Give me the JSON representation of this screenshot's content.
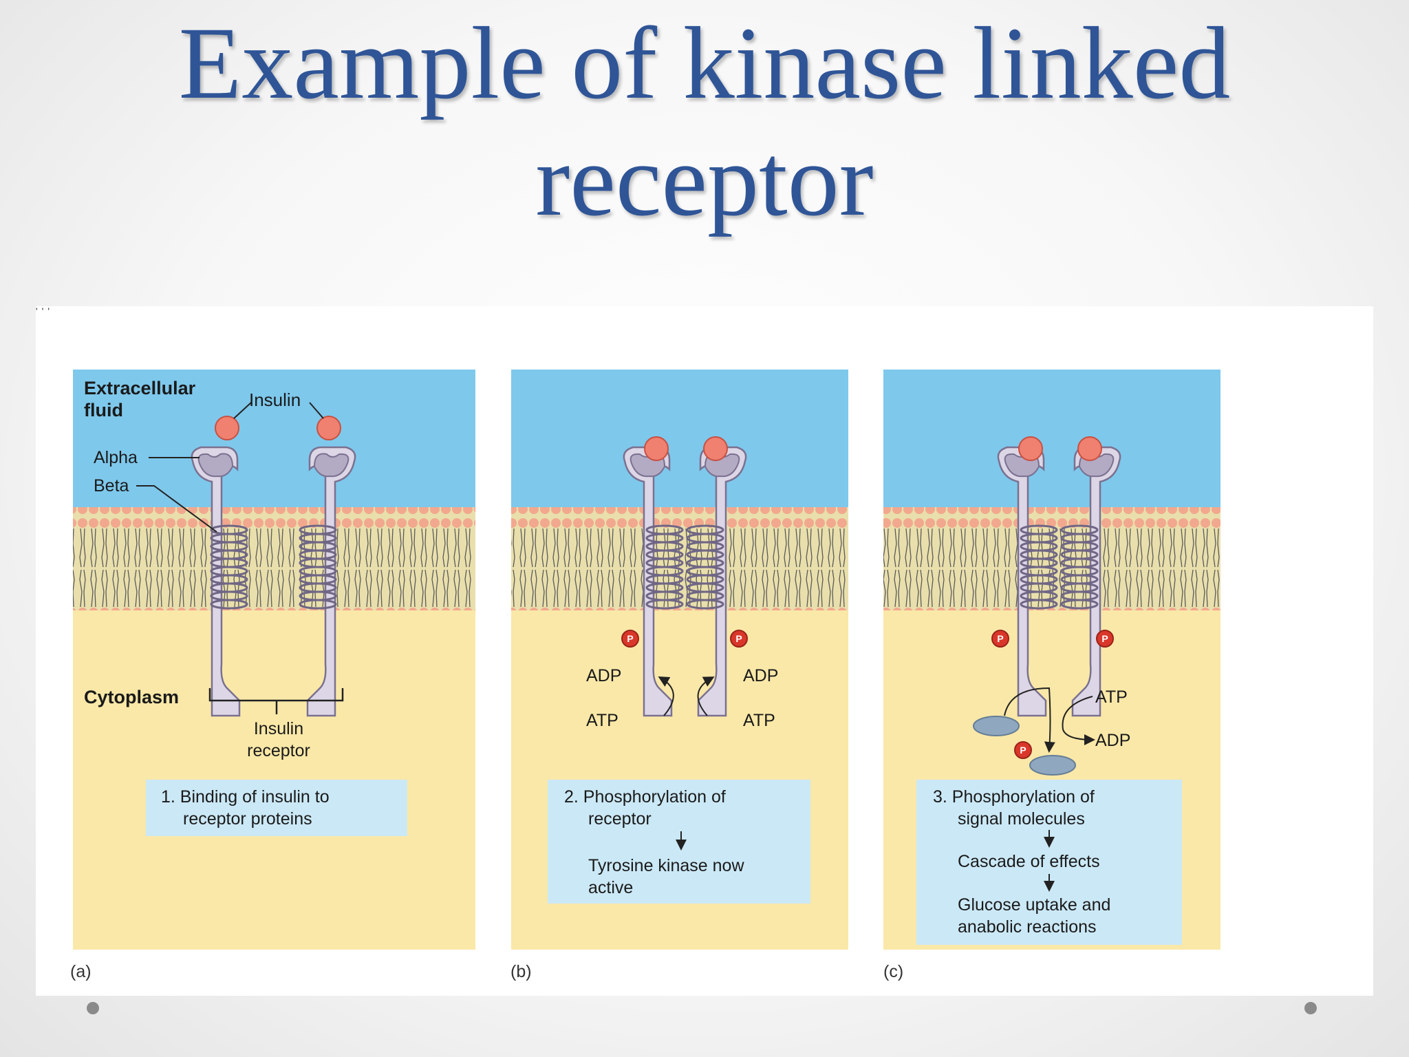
{
  "slide": {
    "title_line1": "Example of kinase linked",
    "title_line2": "receptor"
  },
  "panels": {
    "a": {
      "letter": "(a)",
      "extracellular_line1": "Extracellular",
      "extracellular_line2": "fluid",
      "insulin": "Insulin",
      "alpha": "Alpha",
      "beta": "Beta",
      "cytoplasm": "Cytoplasm",
      "receptor_label_line1": "Insulin",
      "receptor_label_line2": "receptor",
      "caption_line1": "1. Binding of insulin to",
      "caption_line2": "receptor proteins"
    },
    "b": {
      "letter": "(b)",
      "adp_left": "ADP",
      "adp_right": "ADP",
      "atp_left": "ATP",
      "atp_right": "ATP",
      "caption_line1": "2. Phosphorylation of",
      "caption_line2": "receptor",
      "caption_line3": "Tyrosine kinase now",
      "caption_line4": "active"
    },
    "c": {
      "letter": "(c)",
      "atp": "ATP",
      "adp": "ADP",
      "caption_line1": "3. Phosphorylation of",
      "caption_line2": "signal molecules",
      "caption_line3": "Cascade of effects",
      "caption_line4": "Glucose uptake and",
      "caption_line5": "anabolic reactions"
    }
  },
  "colors": {
    "title": "#2f5597",
    "extracellular": "#7ec8ec",
    "cytoplasm": "#fae8a8",
    "membrane_head": "#f2a88e",
    "membrane_tail": "#e8dfa8",
    "receptor": "#ddd6e6",
    "insulin": "#f08070",
    "phosphate": "#d9372a",
    "signal_molecule": "#8fa8c0",
    "caption_box": "#cbe8f6"
  }
}
